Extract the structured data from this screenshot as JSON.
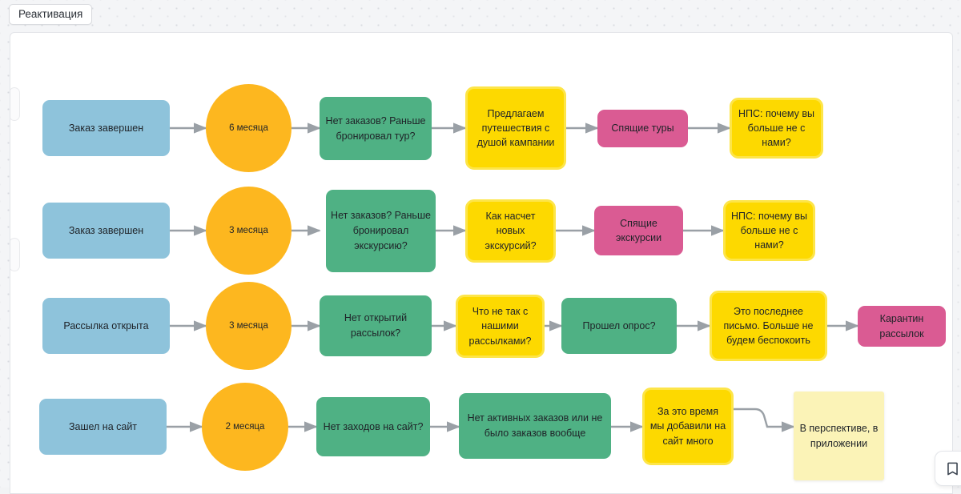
{
  "tabbar": {
    "active_tab": "Реактивация"
  },
  "canvas": {
    "rows": [
      {
        "id": "row-order-tour",
        "nodes": [
          {
            "name": "trigger-order-completed",
            "kind": "blue",
            "text": "Заказ завершен"
          },
          {
            "name": "delay-6-months",
            "kind": "circle",
            "text": "6 месяца"
          },
          {
            "name": "condition-no-orders-tour",
            "kind": "green",
            "text": "Нет заказов? Раньше бронировал тур?"
          },
          {
            "name": "message-soulful-trips",
            "kind": "yellow",
            "text": "Предлагаем путешествия с душой кампании"
          },
          {
            "name": "segment-sleeping-tours",
            "kind": "pink",
            "text": "Спящие туры"
          },
          {
            "name": "survey-nps-tours",
            "kind": "yellow",
            "text": "НПС: почему вы больше не с нами?"
          }
        ]
      },
      {
        "id": "row-order-excursion",
        "nodes": [
          {
            "name": "trigger-order-completed-2",
            "kind": "blue",
            "text": "Заказ завершен"
          },
          {
            "name": "delay-3-months",
            "kind": "circle",
            "text": "3 месяца"
          },
          {
            "name": "condition-no-orders-excursion",
            "kind": "green",
            "text": "Нет заказов? Раньше бронировал экскурсию?"
          },
          {
            "name": "message-new-excursions",
            "kind": "yellow",
            "text": "Как насчет новых экскурсий?"
          },
          {
            "name": "segment-sleeping-excursions",
            "kind": "pink",
            "text": "Спящие экскурсии"
          },
          {
            "name": "survey-nps-excursions",
            "kind": "yellow",
            "text": "НПС: почему вы больше не с нами?"
          }
        ]
      },
      {
        "id": "row-newsletter",
        "nodes": [
          {
            "name": "trigger-newsletter-opened",
            "kind": "blue",
            "text": "Рассылка открыта"
          },
          {
            "name": "delay-3-months-2",
            "kind": "circle",
            "text": "3 месяца"
          },
          {
            "name": "condition-no-opens",
            "kind": "green",
            "text": "Нет открытий рассылок?"
          },
          {
            "name": "message-whats-wrong",
            "kind": "yellow",
            "text": "Что не так с нашими рассылками?"
          },
          {
            "name": "condition-survey-passed",
            "kind": "green",
            "text": "Прошел опрос?"
          },
          {
            "name": "message-last-letter",
            "kind": "yellow",
            "text": "Это последнее письмо. Больше не будем беспокоить"
          },
          {
            "name": "segment-newsletter-quarantine",
            "kind": "pink",
            "text": "Карантин рассылок"
          }
        ]
      },
      {
        "id": "row-site-visit",
        "nodes": [
          {
            "name": "trigger-visited-site",
            "kind": "blue",
            "text": "Зашел на сайт"
          },
          {
            "name": "delay-2-months",
            "kind": "circle",
            "text": "2 месяца"
          },
          {
            "name": "condition-no-site-visits",
            "kind": "green",
            "text": "Нет заходов на сайт?"
          },
          {
            "name": "condition-no-orders-any",
            "kind": "green",
            "text": "Нет активных заказов или не было заказов вообще"
          },
          {
            "name": "message-added-a-lot",
            "kind": "yellow",
            "text": "За это время мы добавили на сайт много"
          },
          {
            "name": "note-future-in-app",
            "kind": "note",
            "text": "В перспективе, в приложении"
          }
        ]
      }
    ]
  },
  "tools": {
    "bookmark_icon": "bookmark-icon"
  },
  "colors": {
    "blue": "#8ec3db",
    "green": "#4fb184",
    "yellow": "#fdd900",
    "yellow_border": "#fde549",
    "pink": "#da5b93",
    "orange": "#fdb71f",
    "note": "#fbf3b7",
    "connector": "#9aa0a6"
  }
}
